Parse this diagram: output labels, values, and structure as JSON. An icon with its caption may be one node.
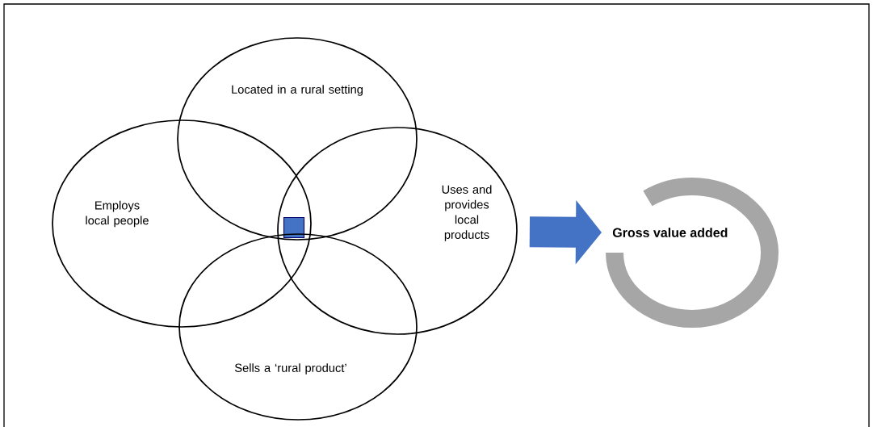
{
  "diagram": {
    "nodes": [
      {
        "text": [
          "Located in a rural setting"
        ]
      },
      {
        "text": [
          "Employs local people"
        ]
      },
      {
        "text": [],
        "shape": "box"
      },
      {
        "text": [
          "Uses and provides local products"
        ]
      },
      {
        "text": [
          "Sells a ‘rural product’"
        ]
      },
      {
        "text": [
          "Gross value added"
        ]
      }
    ],
    "edges": [
      {
        "from": 3,
        "to": 5,
        "arrow": "to",
        "color": "#4472c4"
      }
    ]
  }
}
